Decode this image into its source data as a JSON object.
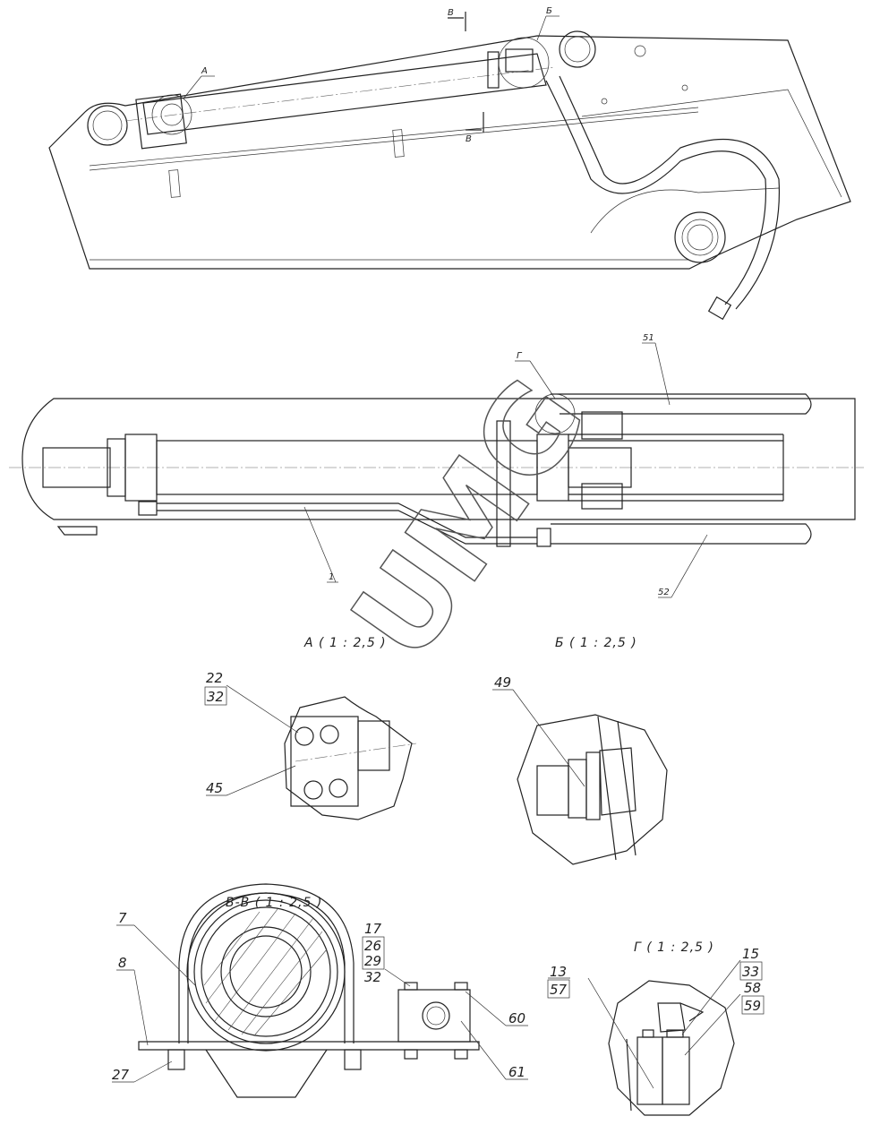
{
  "drawing": {
    "watermark": "UMG",
    "top_view": {
      "section_mark_top": "В",
      "section_mark_bottom": "В",
      "callout_a": "А",
      "callout_b": "Б"
    },
    "plan_view": {
      "callout_g": "Г",
      "pos_51": "51",
      "pos_52": "52",
      "pos_1": "1"
    },
    "detail_a": {
      "title": "А ( 1 : 2,5 )",
      "pos_22": "22",
      "pos_32": "32",
      "pos_45": "45"
    },
    "detail_b": {
      "title": "Б ( 1 : 2,5 )",
      "pos_49": "49"
    },
    "section_vv": {
      "title": "В-В ( 1 : 2,5 )",
      "pos_7": "7",
      "pos_8": "8",
      "pos_27": "27",
      "pos_17": "17",
      "pos_26": "26",
      "pos_29": "29",
      "pos_32": "32",
      "pos_60": "60",
      "pos_61": "61"
    },
    "detail_g": {
      "title": "Г ( 1 : 2,5 )",
      "pos_13": "13",
      "pos_57": "57",
      "pos_15": "15",
      "pos_33": "33",
      "pos_58": "58",
      "pos_59": "59"
    }
  }
}
